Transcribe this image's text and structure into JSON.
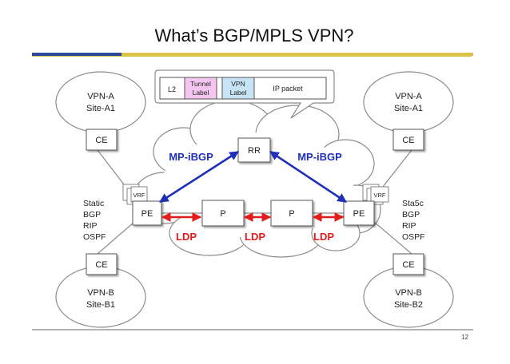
{
  "slide": {
    "title": "What’s BGP/MPLS VPN?",
    "page_number": "12"
  },
  "packet": {
    "fields": [
      "L2",
      "Tunnel Label",
      "VPN Label",
      "IP packet"
    ],
    "tunnel_label_lines": [
      "Tunnel",
      "Label"
    ],
    "vpn_label_lines": [
      "VPN",
      "Label"
    ],
    "colors": {
      "tunnel": "#f4c6ef",
      "vpn": "#c7e3f6"
    }
  },
  "sites": {
    "top_left": {
      "line1": "VPN-A",
      "line2": "Site-A1"
    },
    "top_right": {
      "line1": "VPN-A",
      "line2": "Site-A1"
    },
    "bottom_left": {
      "line1": "VPN-B",
      "line2": "Site-B1"
    },
    "bottom_right": {
      "line1": "VPN-B",
      "line2": "Site-B2"
    }
  },
  "routers": {
    "ce": "CE",
    "pe": "PE",
    "p": "P",
    "rr": "RR",
    "vrf": "VRF"
  },
  "links": {
    "mp_ibgp": "MP-iBGP",
    "ldp": "LDP",
    "colors": {
      "mp_ibgp": "#1f2fb8",
      "ldp": "#e41b1b"
    }
  },
  "routing_protocols": [
    "Static",
    "BGP",
    "RIP",
    "OSPF"
  ],
  "routing_protocols_right": [
    "Sta5c",
    "BGP",
    "RIP",
    "OSPF"
  ],
  "theme": {
    "accent_blue": "#2c4a9a",
    "accent_yellow": "#d9c34a"
  }
}
